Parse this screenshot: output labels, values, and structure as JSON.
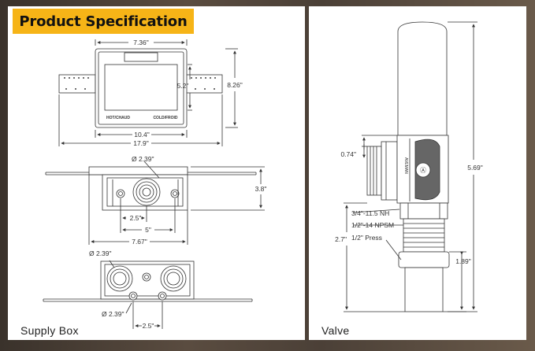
{
  "header": {
    "title": "Product Specification",
    "accent_color": "#f6b417"
  },
  "supply_box": {
    "caption": "Supply Box",
    "front_view": {
      "width_outer": "7.36\"",
      "height_inner": "5.2\"",
      "height_total": "8.26\"",
      "label_hot": "HOT/CHAUD",
      "label_cold": "COLD/FROID",
      "width_flange": "10.4\"",
      "width_total": "17.9\""
    },
    "side_view": {
      "diameter": "Ø 2.39\"",
      "depth": "3.8\"",
      "spacing_half": "2.5\"",
      "spacing": "5\"",
      "width": "7.67\""
    },
    "bottom_view": {
      "diameter_top": "Ø 2.39\"",
      "diameter_bottom": "Ø 2.39\"",
      "spacing": "2.5\""
    }
  },
  "valve": {
    "caption": "Valve",
    "dim_top": "0.74\"",
    "dim_height": "5.69\"",
    "thread_nh": "3/4\"-11.5 NH",
    "thread_npsm": "1/2\"-14 NPSM",
    "press": "1/2\" Press",
    "dim_press_height": "2.7\"",
    "dim_lower": "1.89\"",
    "body_text": "AVEMAN"
  }
}
